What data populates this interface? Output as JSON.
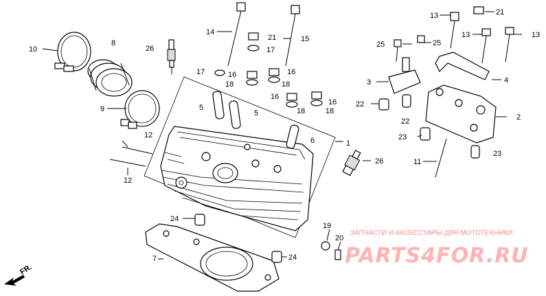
{
  "labels": {
    "p1": "1",
    "p2": "2",
    "p3": "3",
    "p4": "4",
    "p5a": "5",
    "p5b": "5",
    "p6": "6",
    "p7": "7",
    "p8": "8",
    "p9": "9",
    "p10": "10",
    "p11": "11",
    "p12a": "12",
    "p12b": "12",
    "p13a": "13",
    "p13b": "13",
    "p13c": "13",
    "p14": "14",
    "p15": "15",
    "p16a": "16",
    "p16b": "16",
    "p16c": "16",
    "p16d": "16",
    "p17a": "17",
    "p17b": "17",
    "p18a": "18",
    "p18b": "18",
    "p18c": "18",
    "p18d": "18",
    "p19": "19",
    "p20": "20",
    "p21a": "21",
    "p21b": "21",
    "p22a": "22",
    "p22b": "22",
    "p23a": "23",
    "p23b": "23",
    "p24a": "24",
    "p24b": "24",
    "p25a": "25",
    "p25b": "25",
    "p26a": "26",
    "p26b": "26"
  },
  "front_marker": "FR.",
  "watermark": {
    "caption": "ЗАПЧАСТИ И АКСЕССУАРЫ ДЛЯ МОТОТЕХНИКИ",
    "logo": "PARTS4FOR.RU"
  }
}
